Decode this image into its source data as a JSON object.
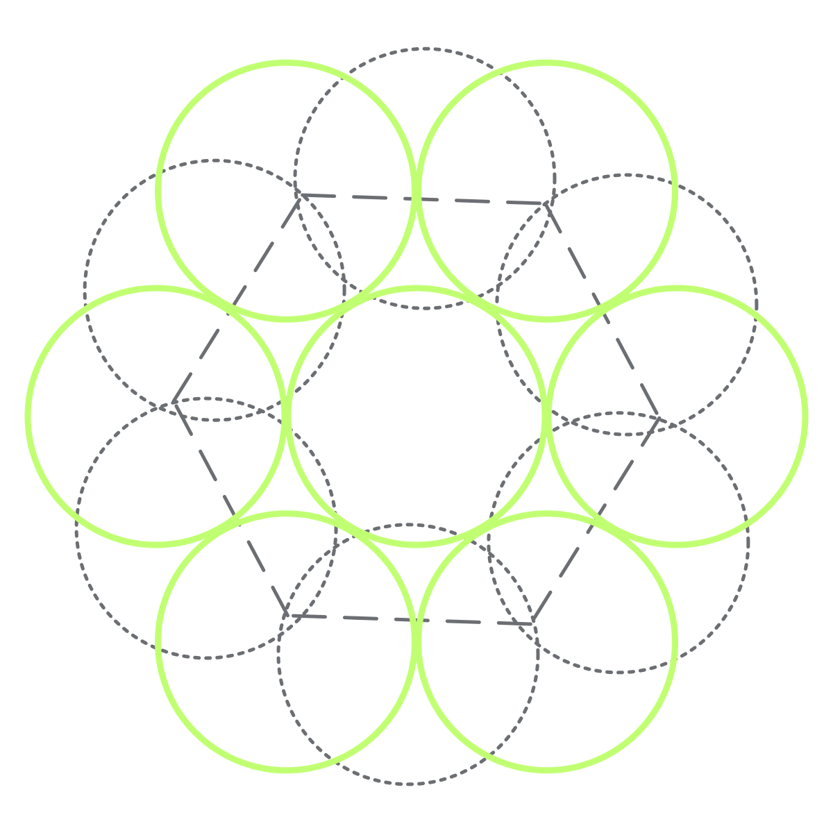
{
  "diagram": {
    "colors": {
      "background": "#ffffff",
      "solid_circle_stroke": "#c1ff72",
      "dashed_stroke": "#6b6e72"
    },
    "solid_circle_count": 7,
    "dotted_circle_count": 6,
    "dashed_line_count": 6
  }
}
